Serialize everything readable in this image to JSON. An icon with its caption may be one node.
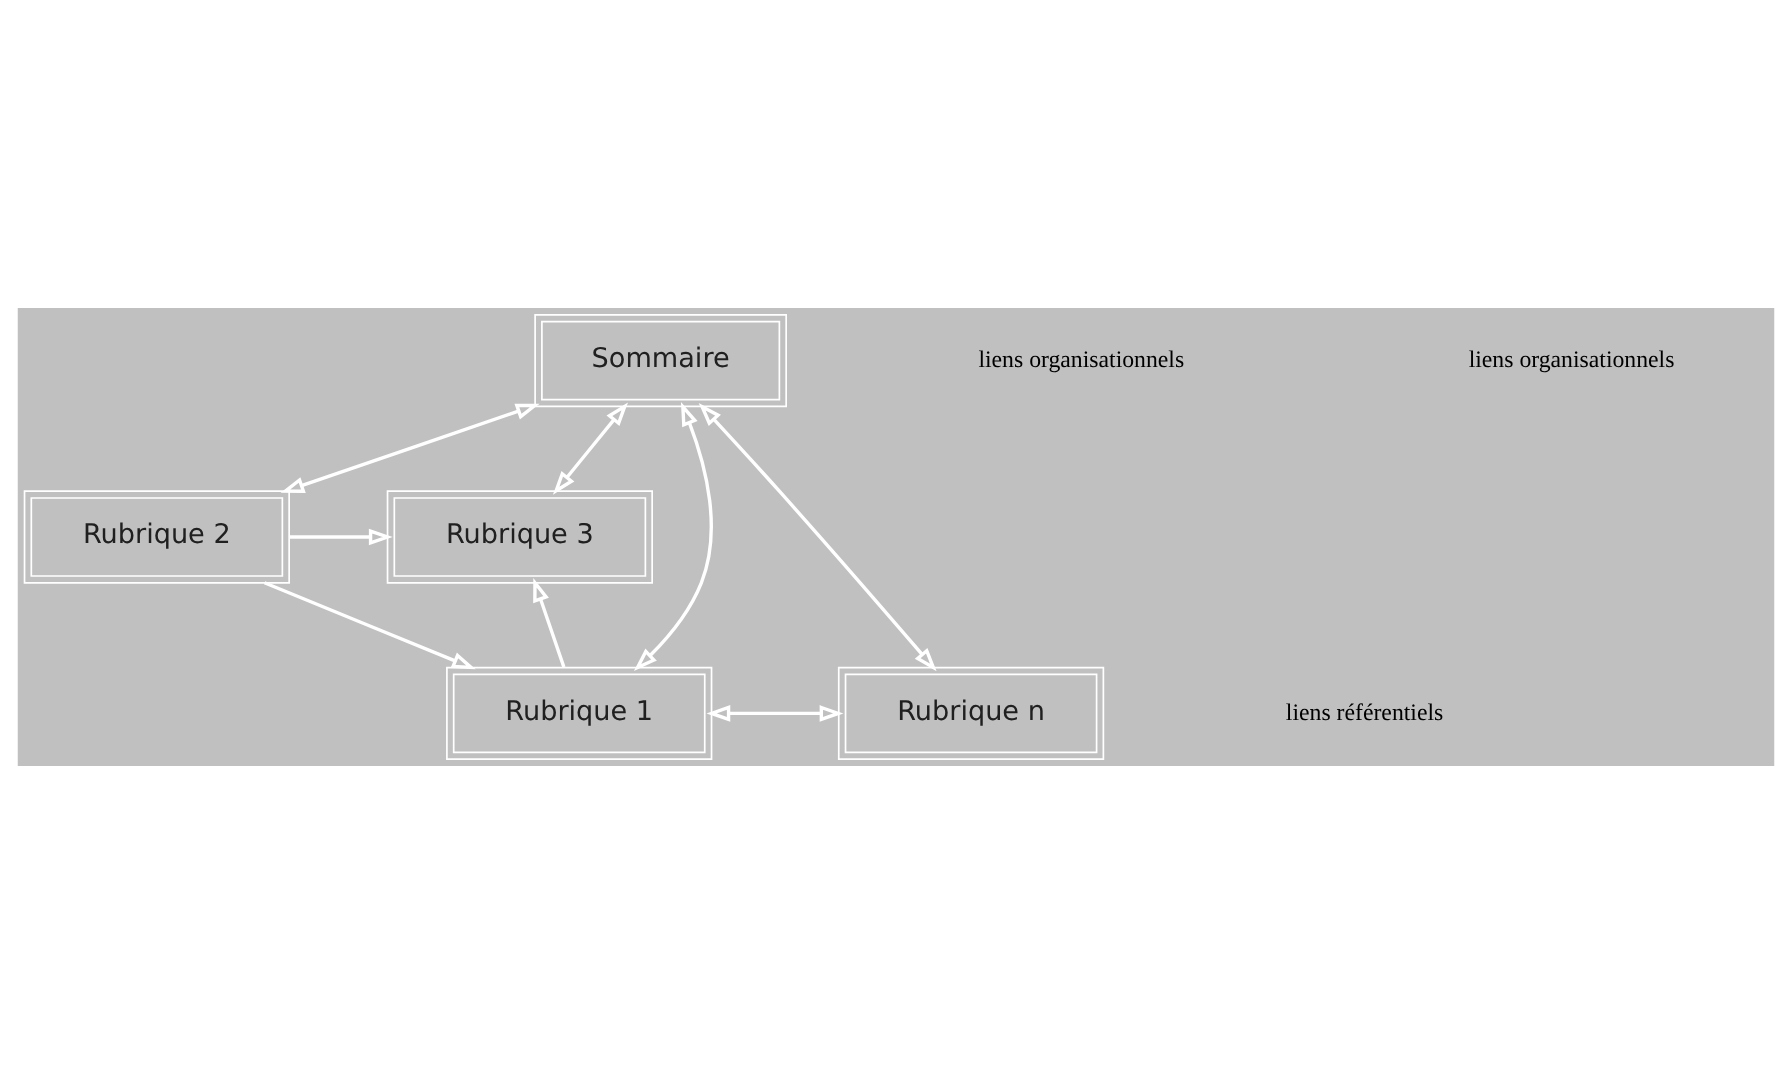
{
  "diagram": {
    "nodes": [
      {
        "text": [
          "Sommaire"
        ]
      },
      {
        "text": [
          "Rubrique 2"
        ]
      },
      {
        "text": [
          "Rubrique 3"
        ]
      },
      {
        "text": [
          "Rubrique 1"
        ]
      },
      {
        "text": [
          "Rubrique n"
        ]
      }
    ],
    "edges": [
      {
        "from": 0,
        "to": 3,
        "arrow": "both"
      },
      {
        "from": 0,
        "to": 1,
        "arrow": "both"
      },
      {
        "from": 0,
        "to": 2,
        "arrow": "both"
      },
      {
        "from": 0,
        "to": 4,
        "arrow": "both"
      },
      {
        "from": 1,
        "to": 3,
        "arrow": "to"
      },
      {
        "from": 1,
        "to": 2,
        "arrow": "to"
      },
      {
        "from": 3,
        "to": 2,
        "arrow": "to"
      },
      {
        "from": 3,
        "to": 4,
        "arrow": "both"
      }
    ],
    "labels": [
      "liens organisationnels",
      "liens organisationnels",
      "liens référentiels"
    ]
  }
}
